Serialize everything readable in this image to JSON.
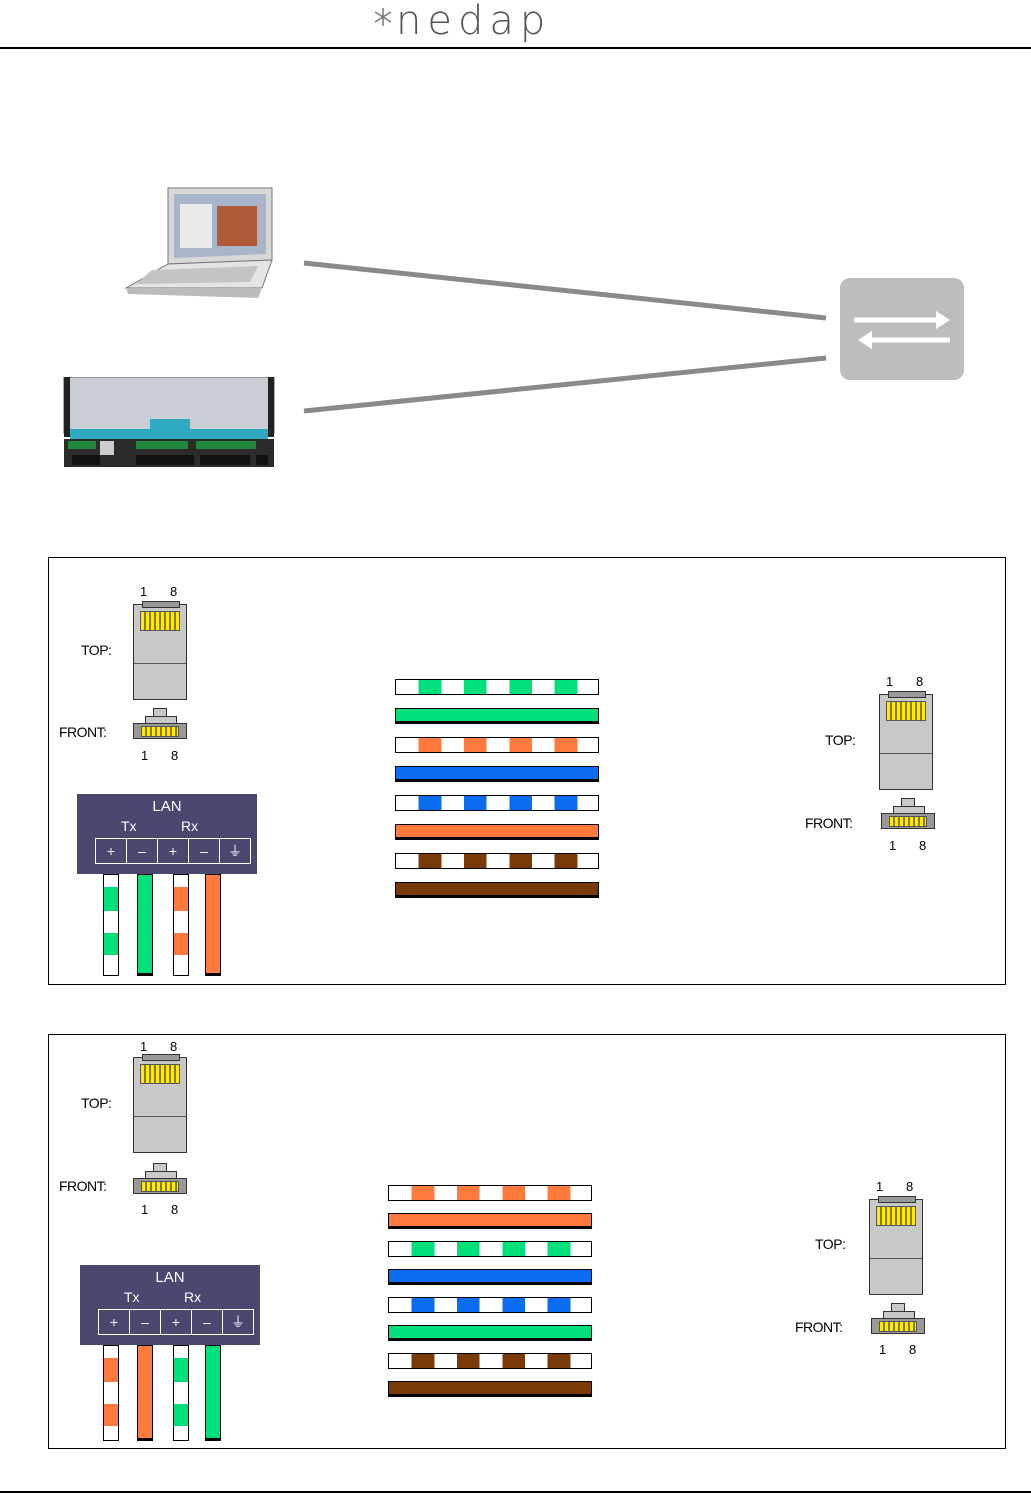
{
  "header": {
    "logo_text": "nedap"
  },
  "colors": {
    "green": "#00e07a",
    "orange": "#ff7a3c",
    "blue": "#0a6cf0",
    "brown": "#7a3a08",
    "white": "#ffffff",
    "lan_bg": "#4a4870",
    "switch": "#bdbdbd",
    "line": "#8a8a8a"
  },
  "icons": {
    "laptop": "laptop-icon",
    "controller": "controller-device-icon",
    "switch": "network-switch-icon"
  },
  "panel1": {
    "left_connector": {
      "top_label": "TOP:",
      "front_label": "FRONT:",
      "pin_left": "1",
      "pin_right": "8"
    },
    "right_connector": {
      "top_label": "TOP:",
      "front_label": "FRONT:",
      "pin_left": "1",
      "pin_right": "8"
    },
    "lan": {
      "title": "LAN",
      "tx": "Tx",
      "rx": "Rx",
      "terminals": [
        "+",
        "–",
        "+",
        "–",
        "⏚"
      ]
    },
    "pairs": [
      {
        "style": "striped",
        "color": "green"
      },
      {
        "style": "solid",
        "color": "green"
      },
      {
        "style": "striped",
        "color": "orange"
      },
      {
        "style": "solid",
        "color": "blue"
      },
      {
        "style": "striped",
        "color": "blue"
      },
      {
        "style": "solid",
        "color": "orange"
      },
      {
        "style": "striped",
        "color": "brown"
      },
      {
        "style": "solid",
        "color": "brown"
      }
    ],
    "lan_wires": [
      {
        "style": "striped",
        "color": "green"
      },
      {
        "style": "solid",
        "color": "green"
      },
      {
        "style": "striped",
        "color": "orange"
      },
      {
        "style": "solid",
        "color": "orange"
      }
    ]
  },
  "panel2": {
    "left_connector": {
      "top_label": "TOP:",
      "front_label": "FRONT:",
      "pin_left": "1",
      "pin_right": "8"
    },
    "right_connector": {
      "top_label": "TOP:",
      "front_label": "FRONT:",
      "pin_left": "1",
      "pin_right": "8"
    },
    "lan": {
      "title": "LAN",
      "tx": "Tx",
      "rx": "Rx",
      "terminals": [
        "+",
        "–",
        "+",
        "–",
        "⏚"
      ]
    },
    "pairs": [
      {
        "style": "striped",
        "color": "orange"
      },
      {
        "style": "solid",
        "color": "orange"
      },
      {
        "style": "striped",
        "color": "green"
      },
      {
        "style": "solid",
        "color": "blue"
      },
      {
        "style": "striped",
        "color": "blue"
      },
      {
        "style": "solid",
        "color": "green"
      },
      {
        "style": "striped",
        "color": "brown"
      },
      {
        "style": "solid",
        "color": "brown"
      }
    ],
    "lan_wires": [
      {
        "style": "striped",
        "color": "orange"
      },
      {
        "style": "solid",
        "color": "orange"
      },
      {
        "style": "striped",
        "color": "green"
      },
      {
        "style": "solid",
        "color": "green"
      }
    ]
  }
}
